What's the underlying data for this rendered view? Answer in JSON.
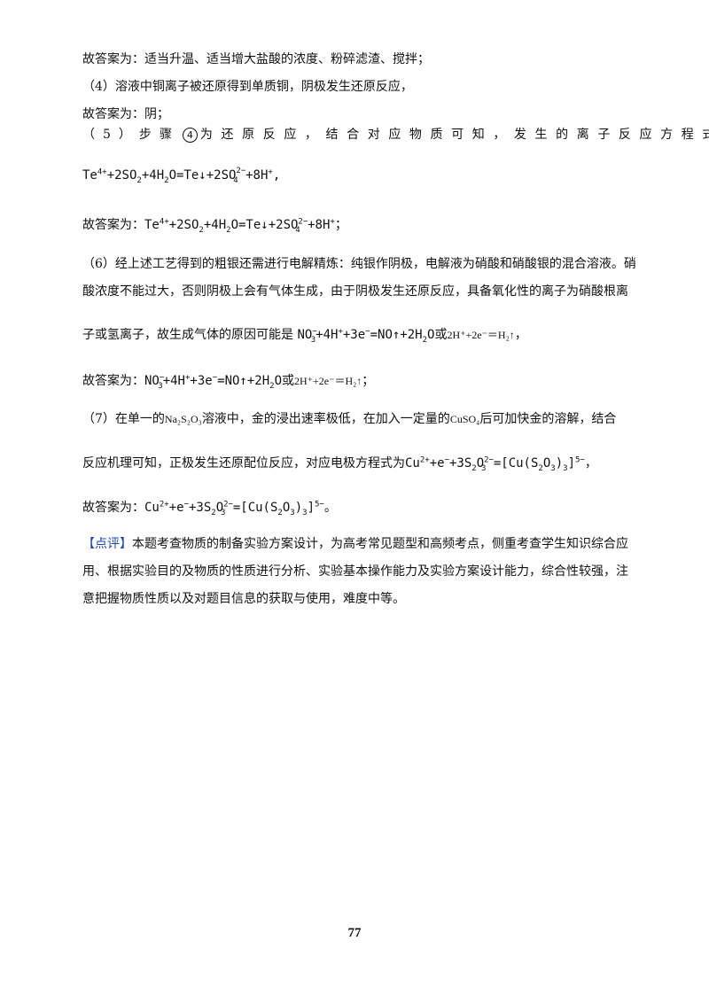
{
  "lines": {
    "l1": "故答案为：适当升温、适当增大盐酸的浓度、粉碎滤渣、搅拌；",
    "l2": "（4）溶液中铜离子被还原得到单质铜，阴极发生还原反应，",
    "l3": "故答案为：阴；",
    "l4a": "（5）步骤",
    "l4circ": "4",
    "l4b": "为还原反应，结合对应物质可知，发生的离子反应方程式为",
    "l6a": "故答案为：",
    "l6end": "；",
    "l7": "（6）经上述工艺得到的粗银还需进行电解精炼：纯银作阴极，电解液为硝酸和硝酸银的混合溶液。硝",
    "l8": "酸浓度不能过大，否则阴极上会有气体生成，由于阴极发生还原反应，具备氧化性的离子为硝酸根离",
    "l9a": "子或氢离子，故生成气体的原因可能是",
    "l9or": "或",
    "l9end": "，",
    "l10a": "故答案为：",
    "l10or": "或",
    "l10end": "；",
    "l11a": "（7）在单一的",
    "l11b": "溶液中，金的浸出速率极低，在加入一定量的",
    "l11c": "后可加快金的溶解，结合",
    "l12a": "反应机理可知，正极发生还原配位反应，对应电极方程式为",
    "l12end": "，",
    "l13a": "故答案为：",
    "l13end": "。",
    "dianping_tag": "【点评】",
    "l14": "本题考查物质的制备实验方案设计，为高考常见题型和高频考点，侧重考查学生知识综合应",
    "l15": "用、根据实验目的及物质的性质进行分析、实验基本操作能力及实验方案设计能力，综合性较强，注",
    "l16": "意把握物质性质以及对题目信息的获取与使用，难度中等。"
  },
  "formulas": {
    "na2s2o3": "Na₂S₂O₃",
    "cuso4": "CuSO₄",
    "h2": "2H⁺+2e⁻＝H₂↑"
  },
  "page_number": "77",
  "colors": {
    "dianping": "#1a47c8"
  }
}
